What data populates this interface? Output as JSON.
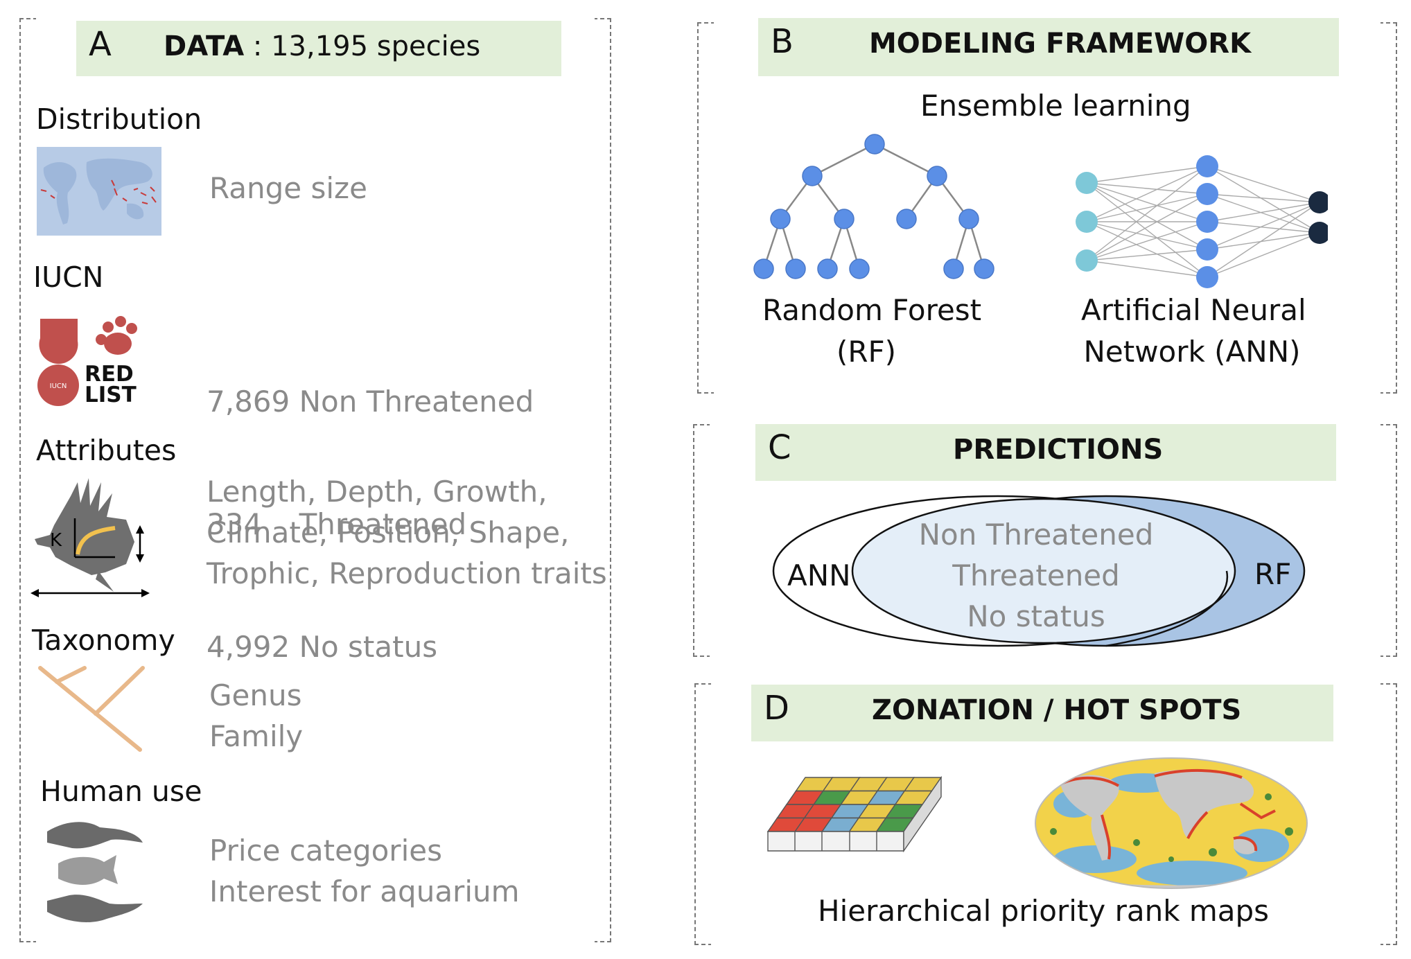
{
  "panel_a": {
    "letter": "A",
    "title_bold": "DATA",
    "title_rest": " : 13,195 species",
    "sections": {
      "distribution": {
        "heading": "Distribution",
        "lines": [
          "Range size"
        ]
      },
      "iucn": {
        "heading": "IUCN",
        "lines": [
          "7,869 Non Threatened",
          "334    Threatened",
          "4,992 No status"
        ],
        "logo_text": [
          "RED",
          "LIST"
        ],
        "logo_badge": "IUCN"
      },
      "attributes": {
        "heading": "Attributes",
        "lines": [
          "Length, Depth, Growth,",
          "Climate, Position, Shape,",
          "Trophic, Reproduction traits"
        ],
        "k_label": "K"
      },
      "taxonomy": {
        "heading": "Taxonomy",
        "lines": [
          "Genus",
          "Family"
        ]
      },
      "human_use": {
        "heading": "Human use",
        "lines": [
          "Price categories",
          "Interest for aquarium"
        ]
      }
    }
  },
  "panel_b": {
    "letter": "B",
    "title": "MODELING FRAMEWORK",
    "subtitle": "Ensemble learning",
    "rf_label": [
      "Random Forest",
      "(RF)"
    ],
    "ann_label": [
      "Artificial Neural",
      "Network (ANN)"
    ]
  },
  "panel_c": {
    "letter": "C",
    "title": "PREDICTIONS",
    "ann": "ANN",
    "rf": "RF",
    "center_lines": [
      "Non Threatened",
      "Threatened",
      "No status"
    ]
  },
  "panel_d": {
    "letter": "D",
    "title": "ZONATION / HOT SPOTS",
    "caption": "Hierarchical priority rank maps"
  },
  "colors": {
    "header_bg": "#e2efd9",
    "node_blue": "#5b8fe6",
    "ann_input": "#7ec8d8",
    "ann_output": "#1a2a40",
    "rf_ellipse": "#a9c4e4",
    "inner_ellipse": "#e4eef8",
    "iucn_red": "#c0504d",
    "taxonomy": "#e8b88a"
  }
}
